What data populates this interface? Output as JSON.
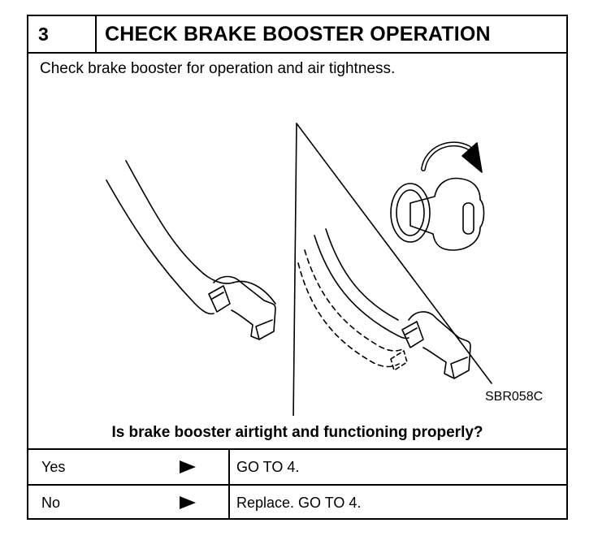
{
  "step": {
    "number": "3",
    "title": "CHECK BRAKE BOOSTER OPERATION"
  },
  "instruction": "Check brake booster for operation and air tightness.",
  "figure": {
    "code": "SBR058C",
    "icons": [
      "brake-pedal-foot-icon",
      "pedal-stroke-dashed-icon",
      "ignition-key-icon",
      "turn-arrow-icon"
    ]
  },
  "question": "Is brake booster airtight and functioning properly?",
  "answers": [
    {
      "answer": "Yes",
      "action": "GO TO 4."
    },
    {
      "answer": "No",
      "action": "Replace. GO TO 4."
    }
  ]
}
